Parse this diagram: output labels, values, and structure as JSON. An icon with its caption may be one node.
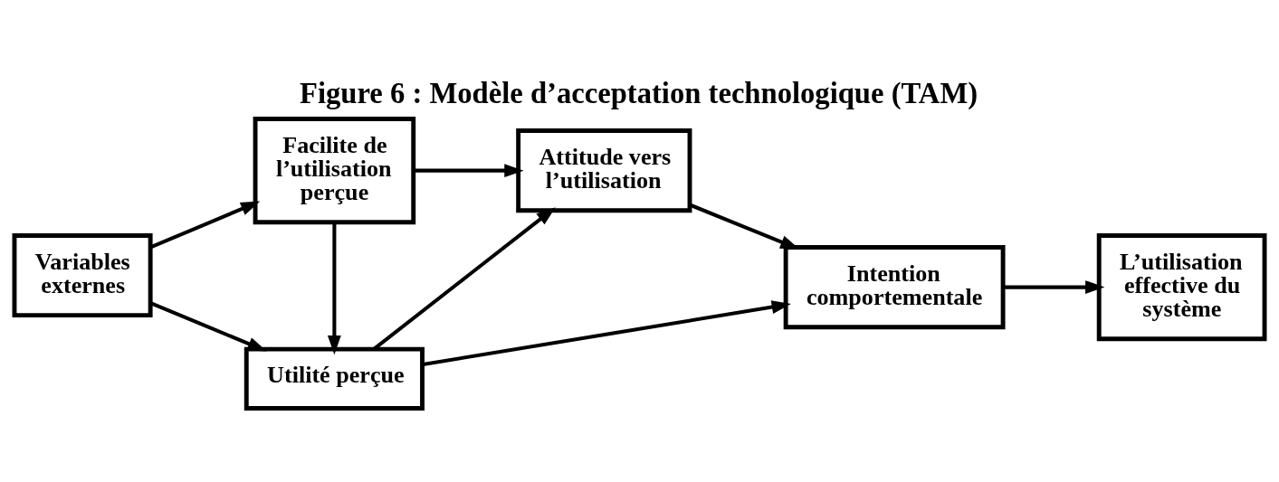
{
  "diagram": {
    "title": "Figure 6 : Modèle d’acceptation technologique (TAM)",
    "nodes": [
      {
        "text": [
          "Variables externes"
        ]
      },
      {
        "text": [
          "Facilite de l’utilisation perçue"
        ]
      },
      {
        "text": [
          "Utilité perçue"
        ]
      },
      {
        "text": [
          "Attitude vers l’utilisation"
        ]
      },
      {
        "text": [
          "Intention comportementale"
        ]
      },
      {
        "text": [
          "L’utilisation effective du système"
        ]
      }
    ],
    "edges": [
      {
        "from": 0,
        "to": 1,
        "arrow": "to"
      },
      {
        "from": 0,
        "to": 2,
        "arrow": "to"
      },
      {
        "from": 1,
        "to": 3,
        "arrow": "to"
      },
      {
        "from": 1,
        "to": 2,
        "arrow": "to"
      },
      {
        "from": 2,
        "to": 3,
        "arrow": "to"
      },
      {
        "from": 2,
        "to": 4,
        "arrow": "to"
      },
      {
        "from": 3,
        "to": 4,
        "arrow": "to"
      },
      {
        "from": 4,
        "to": 5,
        "arrow": "to"
      }
    ]
  }
}
